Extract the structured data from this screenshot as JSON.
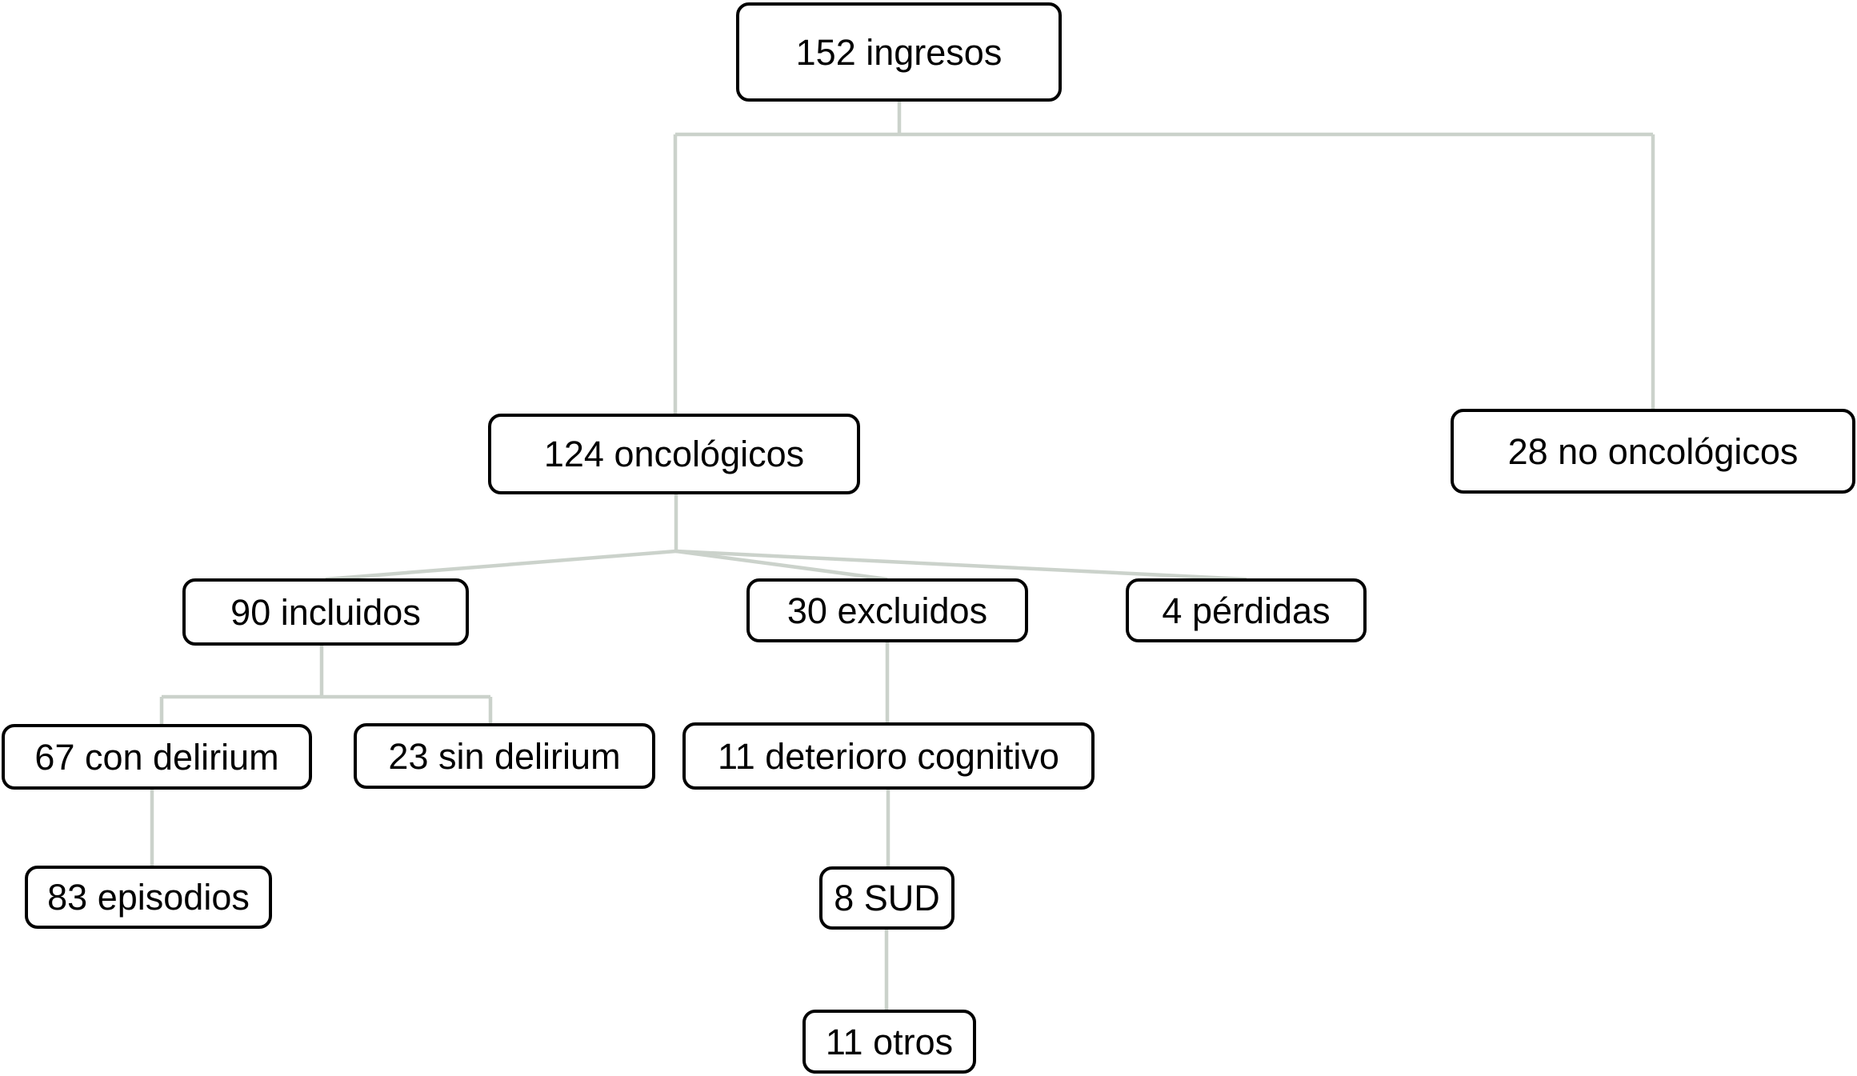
{
  "diagram": {
    "kind": "patient-flow-chart",
    "nodes": [
      {
        "id": "ingresos",
        "label": "152 ingresos"
      },
      {
        "id": "oncologicos",
        "label": "124 oncológicos"
      },
      {
        "id": "no-oncologicos",
        "label": "28 no oncológicos"
      },
      {
        "id": "incluidos",
        "label": "90 incluidos"
      },
      {
        "id": "excluidos",
        "label": "30 excluidos"
      },
      {
        "id": "perdidas",
        "label": "4 pérdidas"
      },
      {
        "id": "con-delirium",
        "label": "67 con delirium"
      },
      {
        "id": "sin-delirium",
        "label": "23 sin delirium"
      },
      {
        "id": "deterioro-cognitivo",
        "label": "11 deterioro cognitivo"
      },
      {
        "id": "episodios",
        "label": "83 episodios"
      },
      {
        "id": "sud",
        "label": "8 SUD"
      },
      {
        "id": "otros",
        "label": "11 otros"
      }
    ],
    "edges": [
      {
        "from": "ingresos",
        "to": "oncologicos"
      },
      {
        "from": "ingresos",
        "to": "no-oncologicos"
      },
      {
        "from": "oncologicos",
        "to": "incluidos"
      },
      {
        "from": "oncologicos",
        "to": "excluidos"
      },
      {
        "from": "oncologicos",
        "to": "perdidas"
      },
      {
        "from": "incluidos",
        "to": "con-delirium"
      },
      {
        "from": "incluidos",
        "to": "sin-delirium"
      },
      {
        "from": "con-delirium",
        "to": "episodios"
      },
      {
        "from": "excluidos",
        "to": "deterioro-cognitivo"
      },
      {
        "from": "deterioro-cognitivo",
        "to": "sud"
      },
      {
        "from": "sud",
        "to": "otros"
      }
    ],
    "colors": {
      "edge": "#cbd2cb",
      "node_border": "#000000",
      "node_fill": "#ffffff",
      "text": "#000000",
      "background": "#ffffff"
    }
  }
}
